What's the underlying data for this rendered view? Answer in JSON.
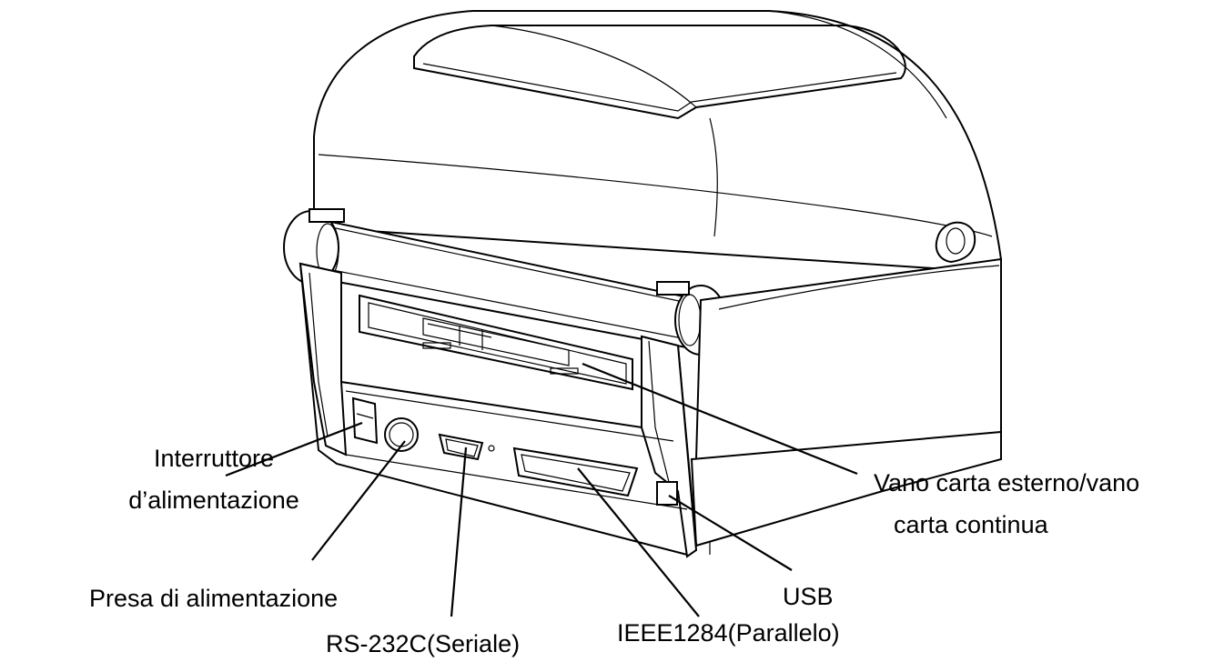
{
  "labels": {
    "power_switch_line1": "Interruttore",
    "power_switch_line2": "d’alimentazione",
    "power_socket": "Presa di alimentazione",
    "rs232c": "RS-232C(Seriale)",
    "ieee1284": "IEEE1284(Parallelo)",
    "usb": "USB",
    "paper_slot_line1": "Vano carta esterno/vano",
    "paper_slot_line2": "carta continua"
  }
}
